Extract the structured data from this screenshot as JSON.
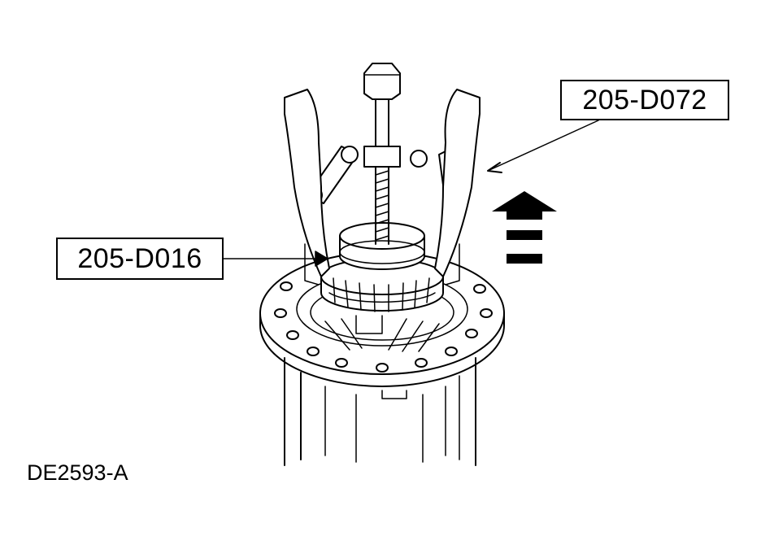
{
  "callouts": {
    "puller": "205-D072",
    "bearing_cone_remover": "205-D016"
  },
  "figure_id": "DE2593-A",
  "colors": {
    "line": "#000000",
    "background": "#ffffff"
  },
  "icons": {
    "direction_arrow": "up-arrow-icon"
  }
}
